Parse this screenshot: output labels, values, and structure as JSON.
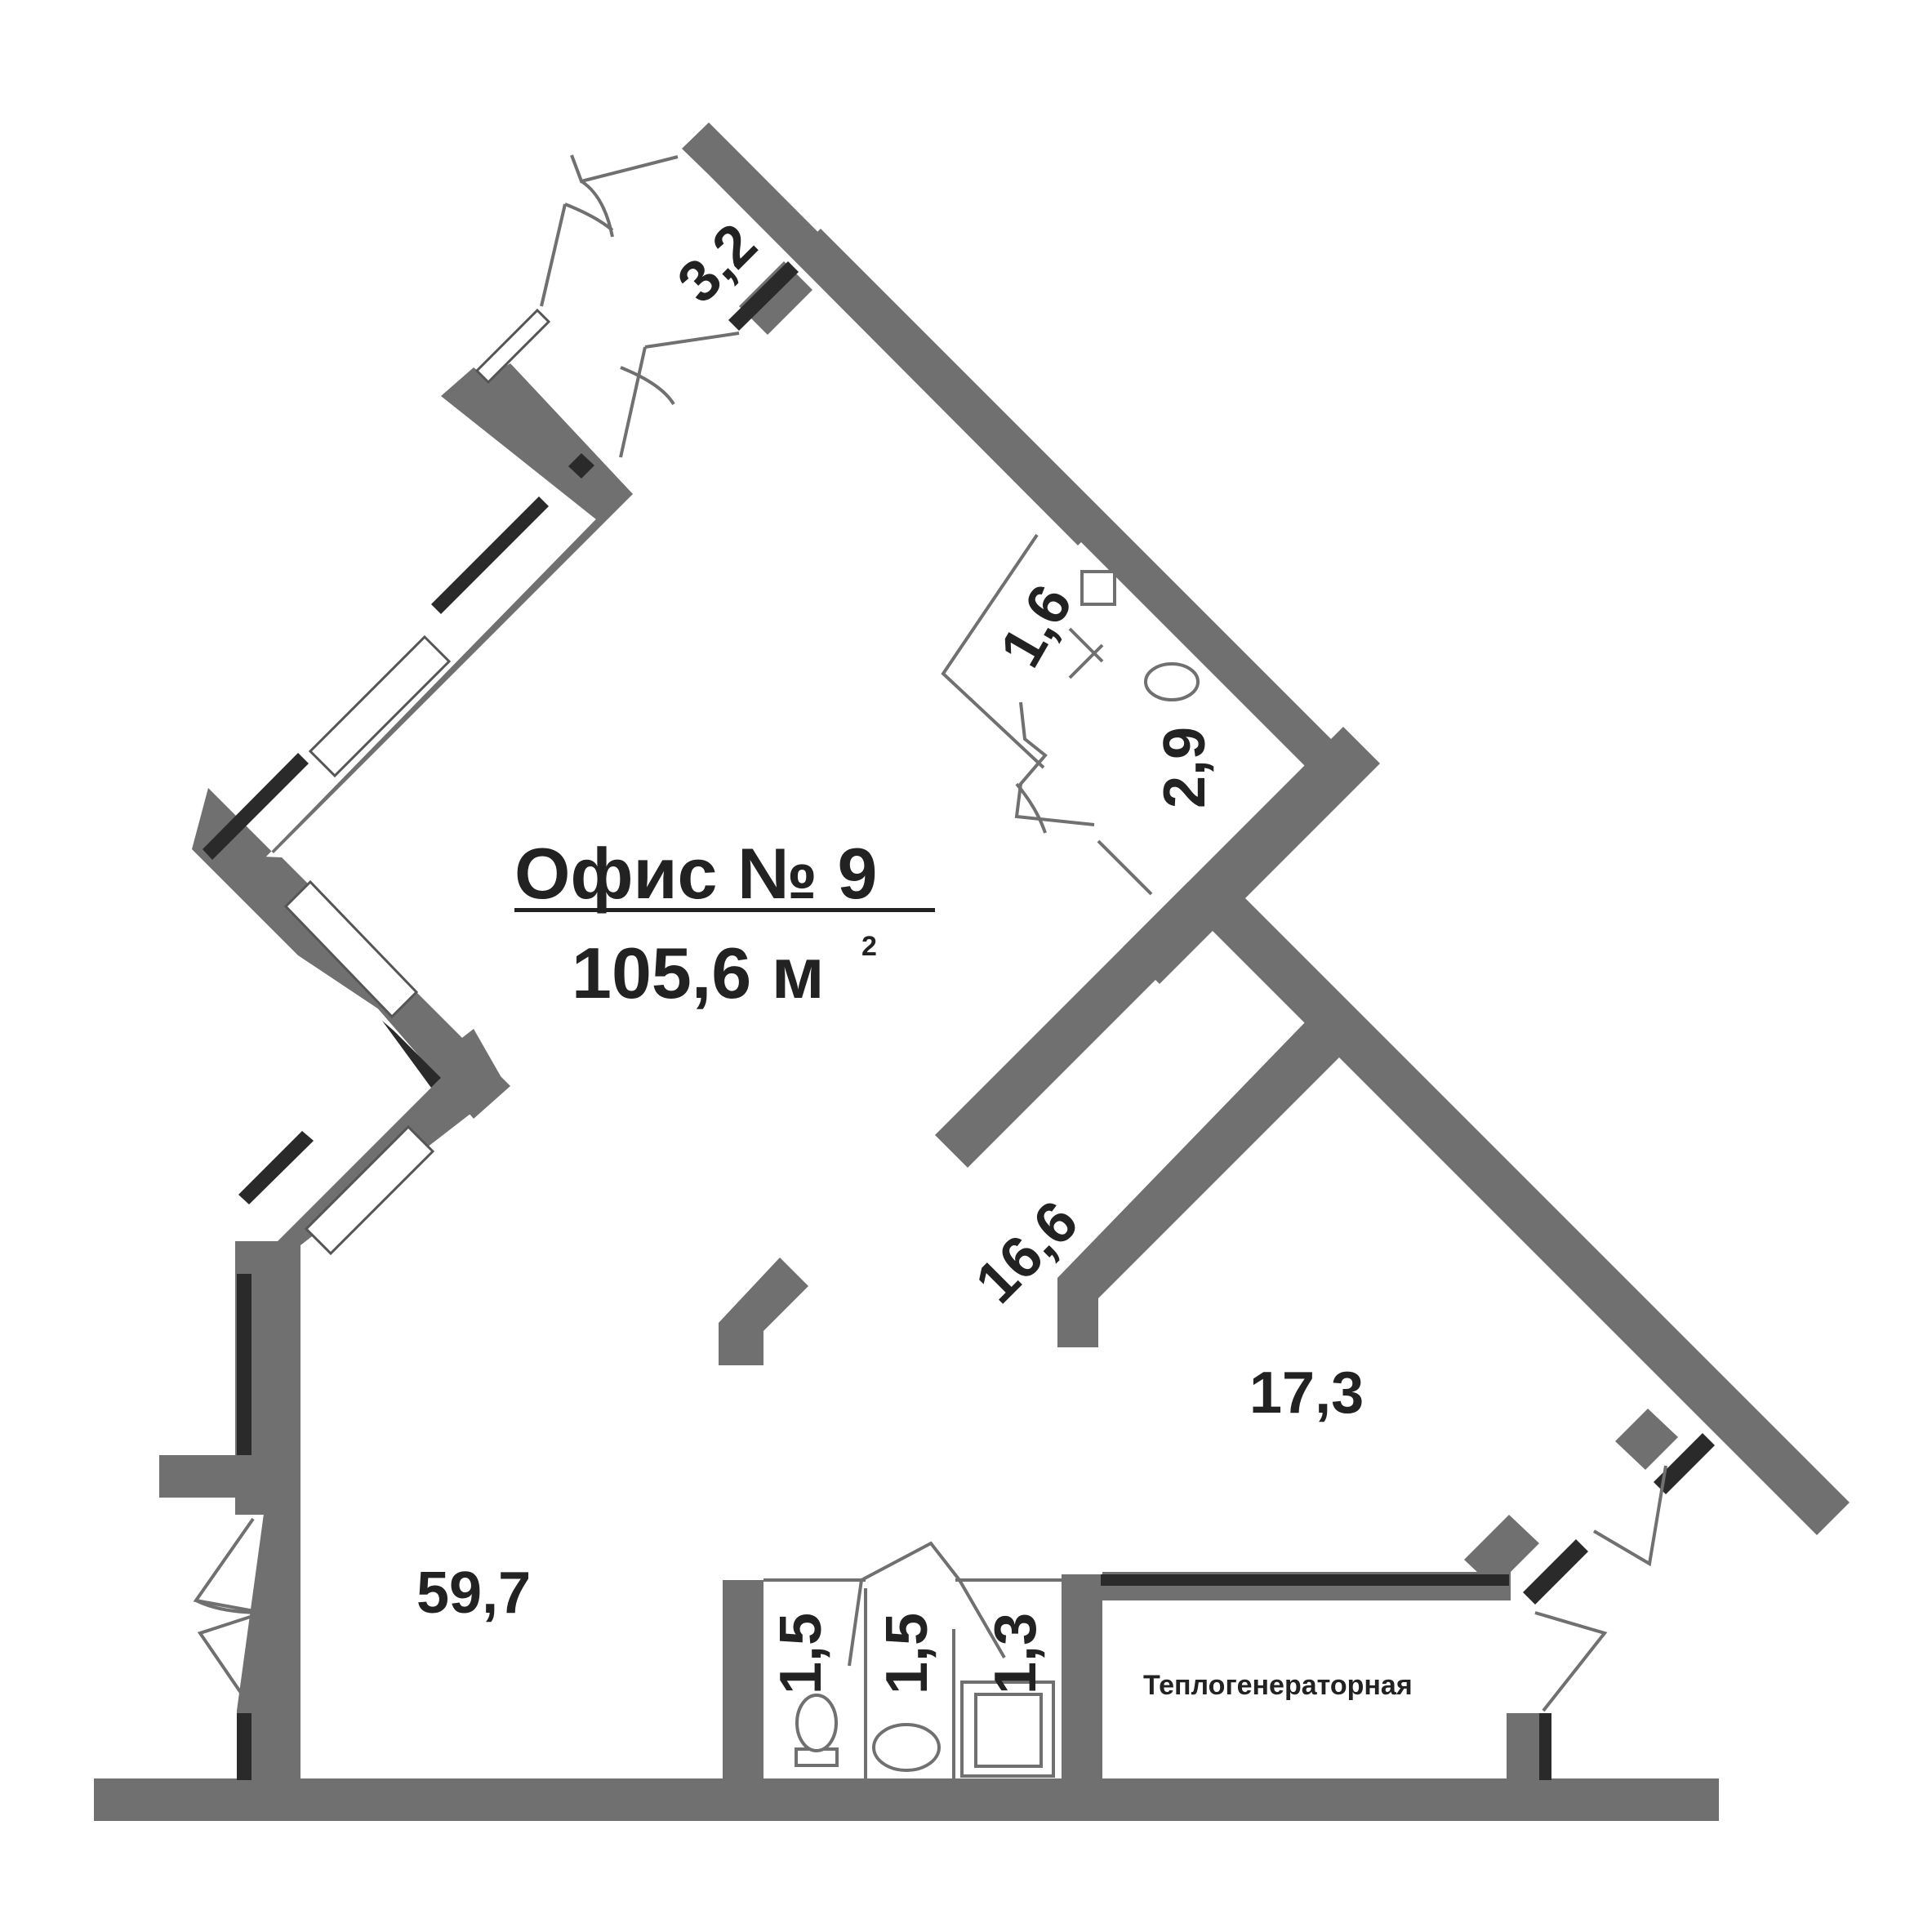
{
  "title": "Офис № 9",
  "area": "105,6 м",
  "area_sup": "2",
  "rooms": {
    "vestibule": "3,2",
    "wc_top": "1,6",
    "washroom_top": "2,9",
    "corridor": "16,6",
    "room_right": "17,3",
    "main_hall": "59,7",
    "wc_a": "1,5",
    "wc_b": "1,5",
    "shower": "1,3",
    "boiler_room": "Теплогенераторная"
  }
}
